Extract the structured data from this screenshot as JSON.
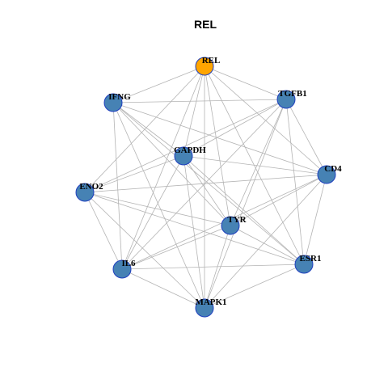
{
  "title": "REL",
  "colors": {
    "hub": "#FFA500",
    "node": "#4682B4",
    "node_border": "#1F3FBF",
    "edge": "#B4B4B4"
  },
  "nodes": [
    {
      "id": "REL",
      "label": "REL",
      "hub": true
    },
    {
      "id": "TGFB1",
      "label": "TGFB1"
    },
    {
      "id": "CD4",
      "label": "CD4"
    },
    {
      "id": "ESR1",
      "label": "ESR1"
    },
    {
      "id": "MAPK1",
      "label": "MAPK1"
    },
    {
      "id": "IL6",
      "label": "IL6"
    },
    {
      "id": "ENO2",
      "label": "ENO2"
    },
    {
      "id": "IFNG",
      "label": "IFNG"
    },
    {
      "id": "GAPDH",
      "label": "GAPDH"
    },
    {
      "id": "TYR",
      "label": "TYR"
    }
  ],
  "edges": [
    [
      "REL",
      "IFNG"
    ],
    [
      "REL",
      "TGFB1"
    ],
    [
      "REL",
      "CD4"
    ],
    [
      "REL",
      "ESR1"
    ],
    [
      "REL",
      "MAPK1"
    ],
    [
      "REL",
      "IL6"
    ],
    [
      "REL",
      "ENO2"
    ],
    [
      "REL",
      "GAPDH"
    ],
    [
      "REL",
      "TYR"
    ],
    [
      "IFNG",
      "TGFB1"
    ],
    [
      "IFNG",
      "GAPDH"
    ],
    [
      "IFNG",
      "CD4"
    ],
    [
      "IFNG",
      "TYR"
    ],
    [
      "IFNG",
      "ESR1"
    ],
    [
      "IFNG",
      "MAPK1"
    ],
    [
      "IFNG",
      "IL6"
    ],
    [
      "TGFB1",
      "CD4"
    ],
    [
      "TGFB1",
      "GAPDH"
    ],
    [
      "TGFB1",
      "ENO2"
    ],
    [
      "TGFB1",
      "TYR"
    ],
    [
      "TGFB1",
      "ESR1"
    ],
    [
      "TGFB1",
      "IL6"
    ],
    [
      "TGFB1",
      "MAPK1"
    ],
    [
      "GAPDH",
      "ENO2"
    ],
    [
      "GAPDH",
      "CD4"
    ],
    [
      "GAPDH",
      "TYR"
    ],
    [
      "GAPDH",
      "IL6"
    ],
    [
      "GAPDH",
      "MAPK1"
    ],
    [
      "GAPDH",
      "ESR1"
    ],
    [
      "ENO2",
      "CD4"
    ],
    [
      "ENO2",
      "TYR"
    ],
    [
      "ENO2",
      "IL6"
    ],
    [
      "ENO2",
      "MAPK1"
    ],
    [
      "ENO2",
      "ESR1"
    ],
    [
      "CD4",
      "TYR"
    ],
    [
      "CD4",
      "ESR1"
    ],
    [
      "CD4",
      "MAPK1"
    ],
    [
      "CD4",
      "IL6"
    ],
    [
      "TYR",
      "ESR1"
    ],
    [
      "TYR",
      "MAPK1"
    ],
    [
      "TYR",
      "IL6"
    ],
    [
      "IL6",
      "ESR1"
    ],
    [
      "IL6",
      "MAPK1"
    ],
    [
      "MAPK1",
      "ESR1"
    ]
  ]
}
